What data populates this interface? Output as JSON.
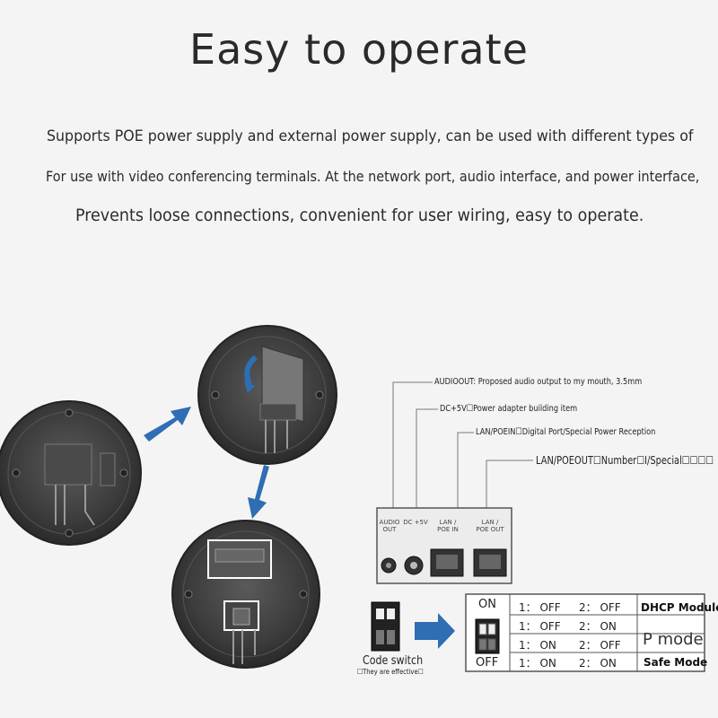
{
  "title": "Easy to operate",
  "description": {
    "line1": "Supports POE power supply and external power supply, can be used with different types of vis",
    "line2": "For use with video conferencing terminals. At the network port, audio interface, and power interface,",
    "line3": "Prevents loose connections, convenient for user wiring, easy to operate."
  },
  "callouts": {
    "audio_out": "AUDIOOUT: Proposed audio output to my mouth, 3.5mm",
    "dc": "DC+5V☐Power adapter building item",
    "lan_in": "LAN/POEIN☐Digital Port/Special Power Reception",
    "lan_out": "LAN/POEOUT☐Number☐I/Special☐☐☐☐"
  },
  "port_panel": {
    "audio": "AUDIO\nOUT",
    "dc": "DC +5V",
    "lan_in": "LAN /\nPOE IN",
    "lan_out": "LAN /\nPOE OUT"
  },
  "code_switch": {
    "label": "Code switch",
    "note": "☐They are effective☐"
  },
  "switch_table": {
    "on_label": "ON",
    "off_label": "OFF",
    "rows": [
      {
        "s1": "1： OFF",
        "s2": "2： OFF",
        "mode": "DHCP Module"
      },
      {
        "s1": "1： OFF",
        "s2": "2： ON",
        "mode": ""
      },
      {
        "s1": "1： ON",
        "s2": "2： OFF",
        "mode": "P mode"
      },
      {
        "s1": "1： ON",
        "s2": "2： ON",
        "mode": "Safe Mode"
      }
    ]
  },
  "colors": {
    "arrow_blue": "#2f6db4",
    "device_dark": "#3a3a3a",
    "background": "#f4f4f4"
  }
}
